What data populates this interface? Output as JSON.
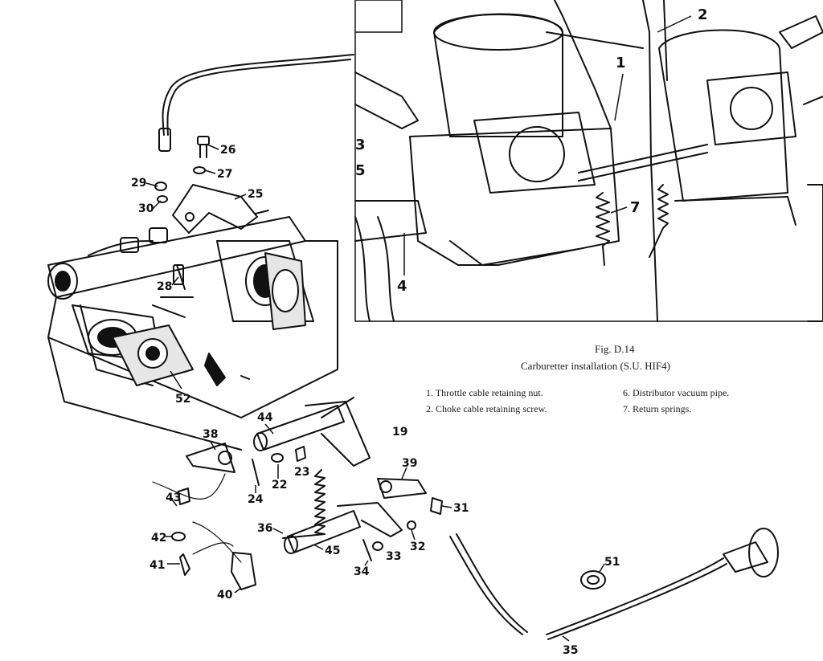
{
  "figure": {
    "number": "Fig. D.14",
    "title": "Carburetter installation (S.U. HIF4)",
    "legend": [
      {
        "text": "1.  Throttle cable retaining nut."
      },
      {
        "text": "2.  Choke cable retaining screw."
      },
      {
        "text": "6.  Distributor vacuum pipe."
      },
      {
        "text": "7.  Return springs."
      }
    ]
  },
  "photo_callouts": [
    "1",
    "2",
    "3",
    "4",
    "5",
    "7"
  ],
  "parts_callouts": [
    "19",
    "22",
    "23",
    "24",
    "25",
    "26",
    "27",
    "28",
    "29",
    "30",
    "31",
    "32",
    "33",
    "34",
    "35",
    "36",
    "38",
    "39",
    "40",
    "41",
    "42",
    "43",
    "44",
    "45",
    "51",
    "52"
  ]
}
